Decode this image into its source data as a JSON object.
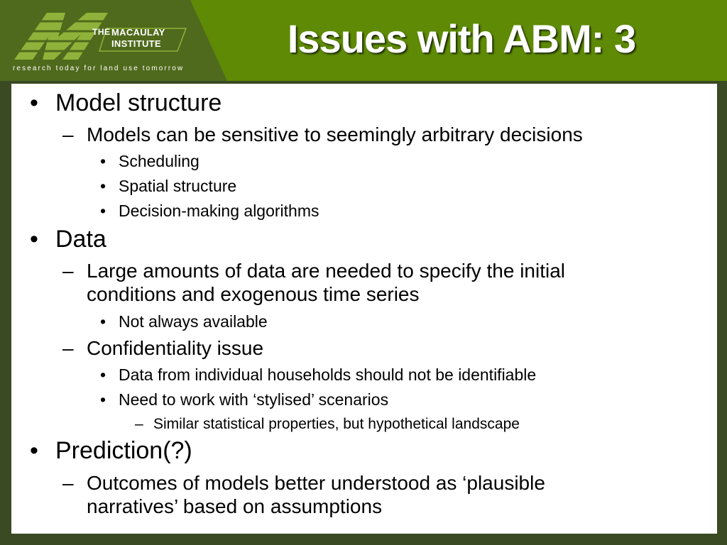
{
  "header": {
    "title": "Issues with ABM: 3",
    "logo": {
      "the": "THE",
      "name_line1": "MACAULAY",
      "name_line2": "INSTITUTE",
      "tagline": "research today for land use tomorrow"
    }
  },
  "bullets": {
    "b1": "Model structure",
    "b1_1": "Models can be sensitive to seemingly arbitrary decisions",
    "b1_1_1": "Scheduling",
    "b1_1_2": "Spatial structure",
    "b1_1_3": "Decision-making algorithms",
    "b2": "Data",
    "b2_1_line1": "Large amounts of data are needed to specify the initial",
    "b2_1_line2": "conditions and exogenous time series",
    "b2_1_1": "Not always available",
    "b2_2": "Confidentiality issue",
    "b2_2_1": "Data from individual households should not be identifiable",
    "b2_2_2": "Need to work with ‘stylised’ scenarios",
    "b2_2_2_1": "Similar statistical properties, but hypothetical landscape",
    "b3": "Prediction(?)",
    "b3_1_line1": "Outcomes of models better understood as ‘plausible",
    "b3_1_line2": "narratives’ based on assumptions"
  },
  "markers": {
    "dot": "•",
    "dash": "–"
  },
  "colors": {
    "header_green": "#5e8a05",
    "frame_dark": "#3a4a22",
    "logo_olive": "#4f6a1c",
    "logo_m": "#8fb23a"
  }
}
